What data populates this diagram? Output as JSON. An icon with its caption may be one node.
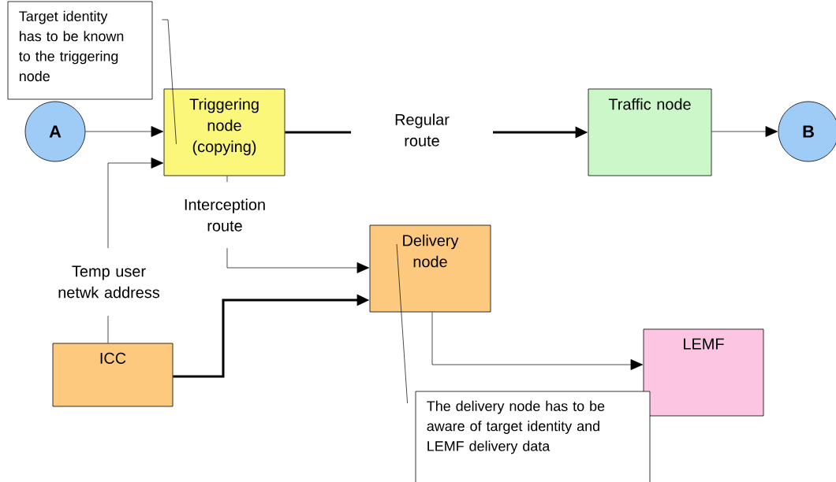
{
  "diagram": {
    "nodes": [
      {
        "text": [
          "Target identity has to be known to the triggering node"
        ]
      },
      {
        "text": [
          "A"
        ]
      },
      {
        "text": [
          "Triggering node (copying)"
        ]
      },
      {
        "text": [
          "Traffic node"
        ]
      },
      {
        "text": [
          "B"
        ]
      },
      {
        "text": [
          "Delivery node"
        ]
      },
      {
        "text": [
          "ICC"
        ]
      },
      {
        "text": [
          "LEMF"
        ]
      },
      {
        "text": [
          "The delivery node has to be aware of target identity and LEMF delivery data"
        ]
      }
    ],
    "edges": [
      {
        "from": 1,
        "to": 2,
        "arrow": "to"
      },
      {
        "from": 2,
        "to": 3,
        "arrow": "to",
        "label": "Regular route",
        "style": "thick"
      },
      {
        "from": 3,
        "to": 4,
        "arrow": "to"
      },
      {
        "from": 6,
        "to": 2,
        "arrow": "to",
        "label": "Temp user netwk address"
      },
      {
        "from": 2,
        "to": 5,
        "arrow": "to",
        "label": "Interception route"
      },
      {
        "from": 6,
        "to": 5,
        "arrow": "to",
        "style": "thick"
      },
      {
        "from": 5,
        "to": 7,
        "arrow": "to"
      },
      {
        "from": 0,
        "to": 2,
        "arrow": "none"
      },
      {
        "from": 8,
        "to": 5,
        "arrow": "none"
      }
    ]
  }
}
